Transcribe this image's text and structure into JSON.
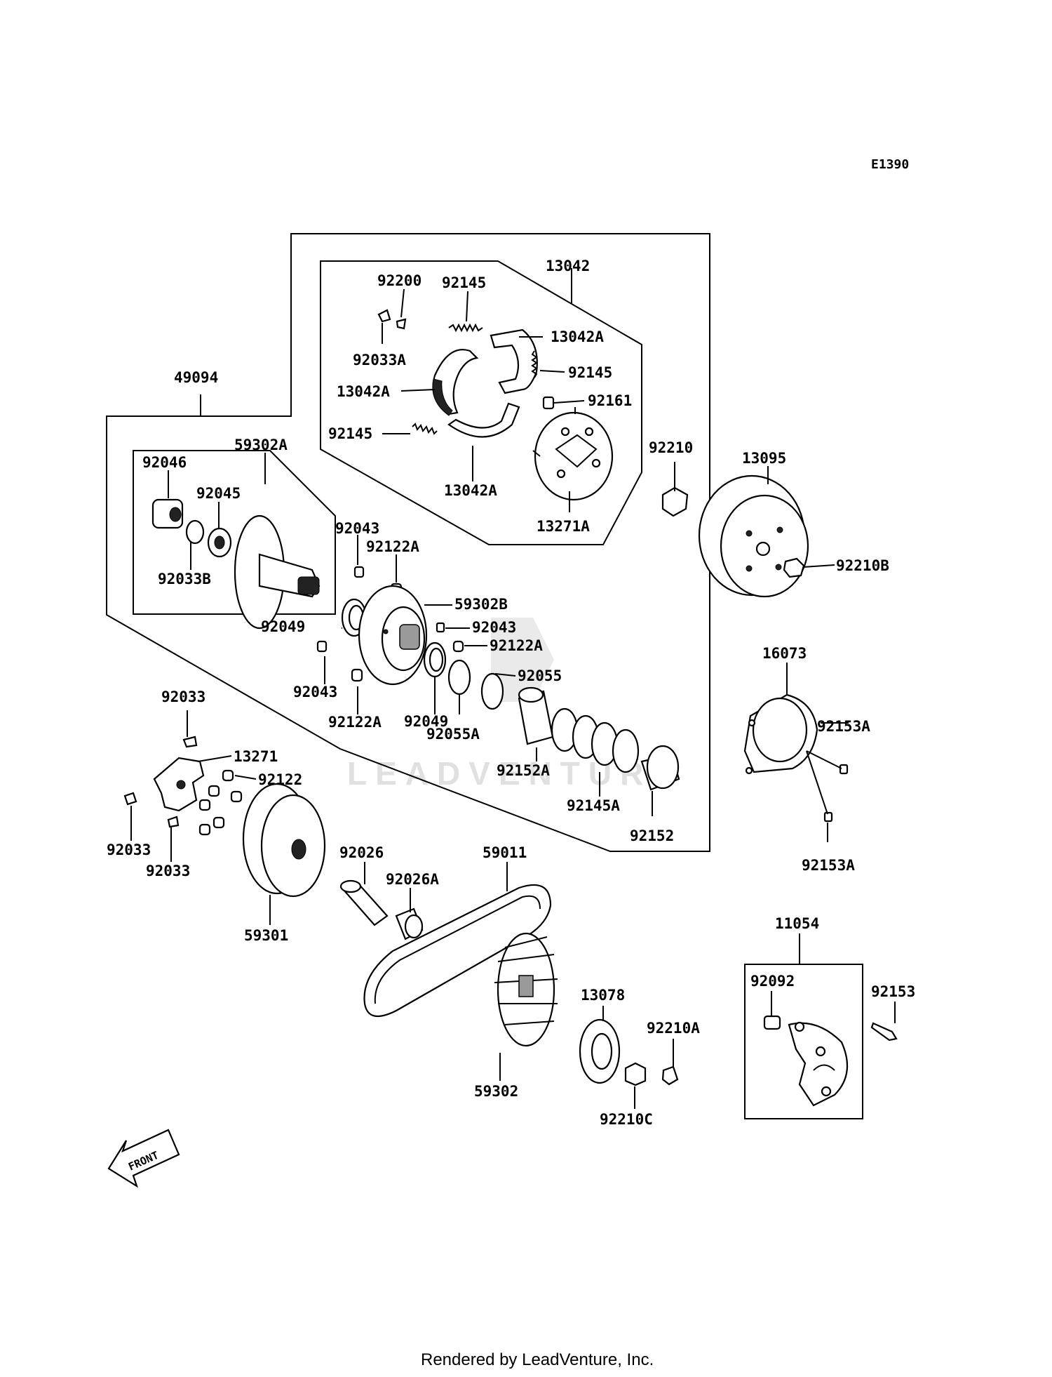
{
  "diagram": {
    "code": "E1390",
    "footer": "Rendered by LeadVenture, Inc.",
    "watermark": "LEADVENTURE",
    "front_label": "FRONT",
    "labels": {
      "p92200": "92200",
      "p92145_top": "92145",
      "p13042": "13042",
      "p92033A": "92033A",
      "p13042A_1": "13042A",
      "p13042A_2": "13042A",
      "p92145_r": "92145",
      "p92161": "92161",
      "p92145_l": "92145",
      "p13042A_3": "13042A",
      "p13271A": "13271A",
      "p92210": "92210",
      "p13095": "13095",
      "p92210B": "92210B",
      "p49094": "49094",
      "p59302A": "59302A",
      "p92046": "92046",
      "p92045": "92045",
      "p92033B": "92033B",
      "p92043_a": "92043",
      "p92122A_a": "92122A",
      "p59302B": "59302B",
      "p92049_a": "92049",
      "p92043_b": "92043",
      "p92122A_b": "92122A",
      "p92043_c": "92043",
      "p92055": "92055",
      "p92122A_c": "92122A",
      "p92049_b": "92049",
      "p92055A": "92055A",
      "p92152A": "92152A",
      "p92145A": "92145A",
      "p92152": "92152",
      "p16073": "16073",
      "p92153A_a": "92153A",
      "p92153A_b": "92153A",
      "p92033_top": "92033",
      "p13271": "13271",
      "p92122": "92122",
      "p92033_l1": "92033",
      "p92033_l2": "92033",
      "p59301": "59301",
      "p92026": "92026",
      "p92026A": "92026A",
      "p59011": "59011",
      "p11054": "11054",
      "p92092": "92092",
      "p92153": "92153",
      "p13078": "13078",
      "p92210A": "92210A",
      "p59302": "59302",
      "p92210C": "92210C"
    }
  }
}
